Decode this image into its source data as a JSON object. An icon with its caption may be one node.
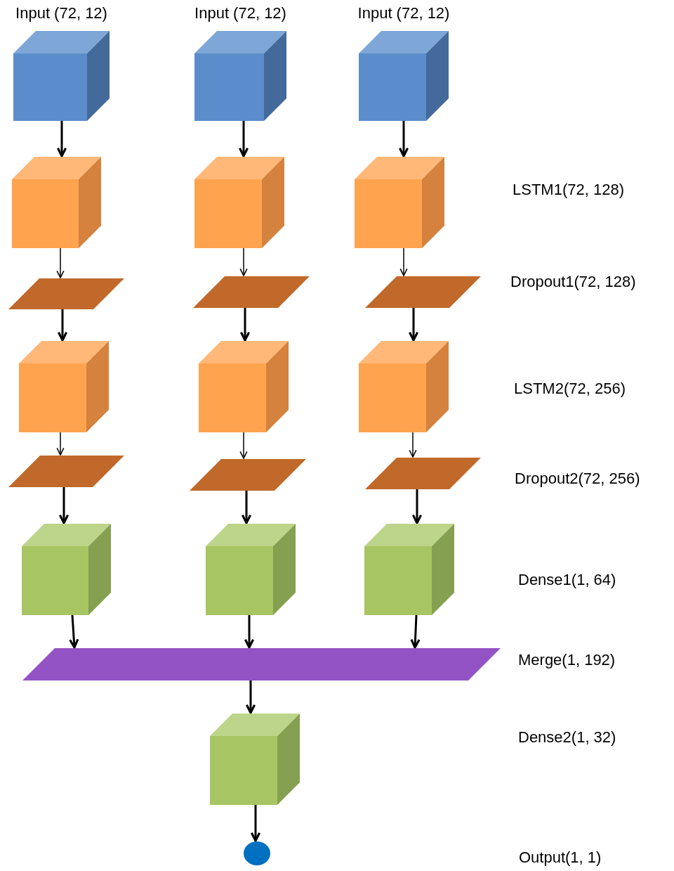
{
  "diagram": {
    "nodes": [
      {
        "text": [
          "Input (72, 12)"
        ]
      },
      {
        "text": [
          "Input (72, 12)"
        ]
      },
      {
        "text": [
          "Input (72, 12)"
        ]
      },
      {
        "text": [],
        "shape": "cube"
      },
      {
        "text": [],
        "shape": "cube"
      },
      {
        "text": [],
        "shape": "cube"
      },
      {
        "text": [],
        "shape": "parallelogram"
      },
      {
        "text": [],
        "shape": "parallelogram"
      },
      {
        "text": [],
        "shape": "parallelogram"
      },
      {
        "text": [],
        "shape": "cube"
      },
      {
        "text": [],
        "shape": "cube"
      },
      {
        "text": [],
        "shape": "cube"
      },
      {
        "text": [],
        "shape": "parallelogram"
      },
      {
        "text": [],
        "shape": "parallelogram"
      },
      {
        "text": [],
        "shape": "parallelogram"
      },
      {
        "text": [],
        "shape": "cube"
      },
      {
        "text": [],
        "shape": "cube"
      },
      {
        "text": [],
        "shape": "cube"
      },
      {
        "text": [],
        "shape": "parallelogram"
      },
      {
        "text": [],
        "shape": "cube"
      },
      {
        "text": [],
        "shape": "circle"
      }
    ],
    "edges": [
      {
        "from": 0,
        "to": 3,
        "arrow": "to"
      },
      {
        "from": 1,
        "to": 4,
        "arrow": "to"
      },
      {
        "from": 2,
        "to": 5,
        "arrow": "to"
      },
      {
        "from": 3,
        "to": 6,
        "arrow": "to"
      },
      {
        "from": 4,
        "to": 7,
        "arrow": "to"
      },
      {
        "from": 5,
        "to": 8,
        "arrow": "to"
      },
      {
        "from": 6,
        "to": 9,
        "arrow": "to"
      },
      {
        "from": 7,
        "to": 10,
        "arrow": "to"
      },
      {
        "from": 8,
        "to": 11,
        "arrow": "to"
      },
      {
        "from": 9,
        "to": 12,
        "arrow": "to"
      },
      {
        "from": 10,
        "to": 13,
        "arrow": "to"
      },
      {
        "from": 11,
        "to": 14,
        "arrow": "to"
      },
      {
        "from": 12,
        "to": 15,
        "arrow": "to"
      },
      {
        "from": 13,
        "to": 16,
        "arrow": "to"
      },
      {
        "from": 14,
        "to": 17,
        "arrow": "to"
      },
      {
        "from": 15,
        "to": 18,
        "arrow": "to"
      },
      {
        "from": 16,
        "to": 18,
        "arrow": "to"
      },
      {
        "from": 17,
        "to": 18,
        "arrow": "to"
      },
      {
        "from": 18,
        "to": 19,
        "arrow": "to"
      },
      {
        "from": 19,
        "to": 20,
        "arrow": "to"
      }
    ],
    "labels": [
      "LSTM1(72, 128)",
      "Dropout1(72, 128)",
      "LSTM2(72, 256)",
      "Dropout2(72, 256)",
      "Dense1(1, 64)",
      "Merge(1, 192)",
      "Dense2(1, 32)",
      "Output(1, 1)"
    ]
  }
}
